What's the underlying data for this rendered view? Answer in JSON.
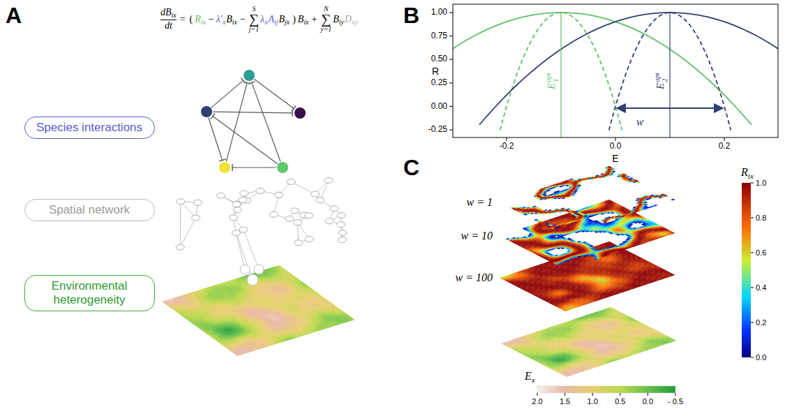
{
  "diagram": {
    "nodes": [
      {
        "text": [
          "Species interactions"
        ]
      },
      {
        "text": [
          "Spatial network"
        ]
      },
      {
        "text": [
          "Environmental heterogeneity"
        ]
      }
    ],
    "labels": [
      "A",
      "B",
      "C",
      "dB",
      "ix",
      "dt",
      "=",
      "(",
      "R",
      "ix",
      "−",
      "λ′",
      "x",
      "B",
      "ix",
      "−",
      "S",
      "∑",
      "j=1",
      "λ",
      "x",
      "A",
      "ij",
      "B",
      "jx",
      ")",
      "B",
      "ix",
      "+",
      "N",
      "∑",
      "y=1",
      "B",
      "iy",
      "D",
      "xy",
      "1.00",
      "0.75",
      "0.50",
      "0.25",
      "0.00",
      "-0.25",
      "-0.2",
      "0.0",
      "0.2",
      "R",
      "E",
      "E",
      "1",
      "opt",
      "E",
      "2",
      "opt",
      "w",
      "w = 1",
      "w = 10",
      "w = 100",
      "R",
      "ix",
      "1.0",
      "0.8",
      "0.6",
      "0.4",
      "0.2",
      "0.0",
      "E",
      "x",
      "2.0",
      "1.5",
      "1.0",
      "0.5",
      "0.0",
      "- 0.5"
    ]
  }
}
